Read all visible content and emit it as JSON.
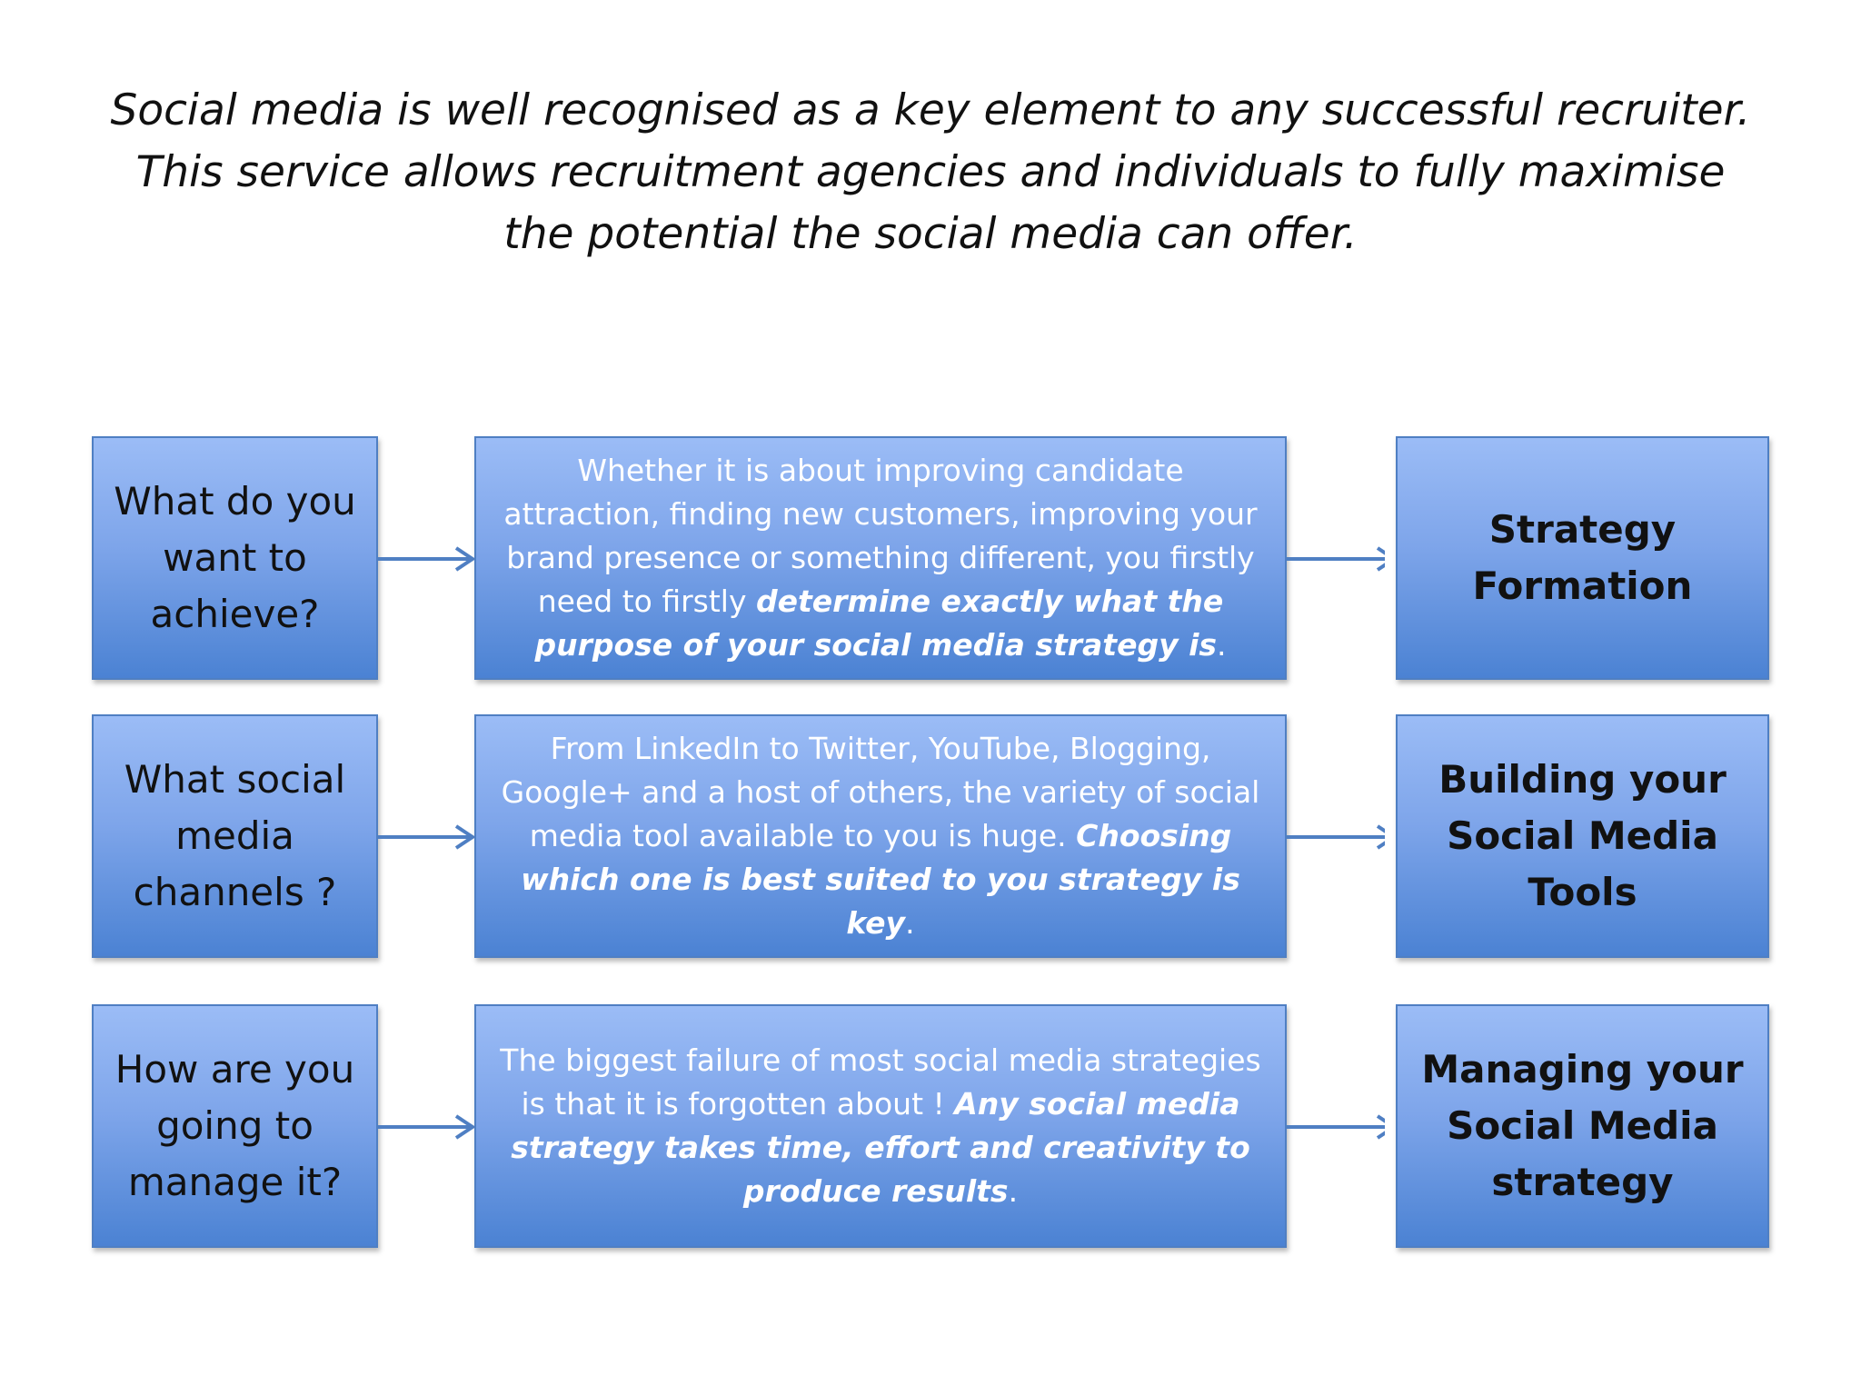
{
  "intro": "Social media is well recognised as a key element to any successful recruiter. This service allows recruitment agencies and individuals to fully maximise the potential the social media can offer.",
  "rows": [
    {
      "question": "What do you want to achieve?",
      "description_plain": "Whether it is about improving candidate attraction, finding new customers, improving your brand presence or something different, you firstly need to firstly ",
      "description_emphasis": "determine exactly what the purpose of your social media strategy is",
      "description_end": ".",
      "result": "Strategy Formation"
    },
    {
      "question": "What social media channels ?",
      "description_plain": "From LinkedIn to Twitter, YouTube, Blogging, Google+ and a host of others, the variety of social media tool available to you is huge. ",
      "description_emphasis": "Choosing which one is best suited to you strategy is key",
      "description_end": ".",
      "result": "Building your Social Media Tools"
    },
    {
      "question": "How are you going to manage it?",
      "description_plain": "The biggest failure of most social media strategies is that it is forgotten about ! ",
      "description_emphasis": "Any social media strategy takes time, effort and creativity to produce results",
      "description_end": ".",
      "result": "Managing your Social Media strategy"
    }
  ],
  "colors": {
    "box_border": "#4f7fc3",
    "box_top": "#9bbcf6",
    "box_bottom": "#4b82d3",
    "arrow": "#4f7fc3"
  }
}
